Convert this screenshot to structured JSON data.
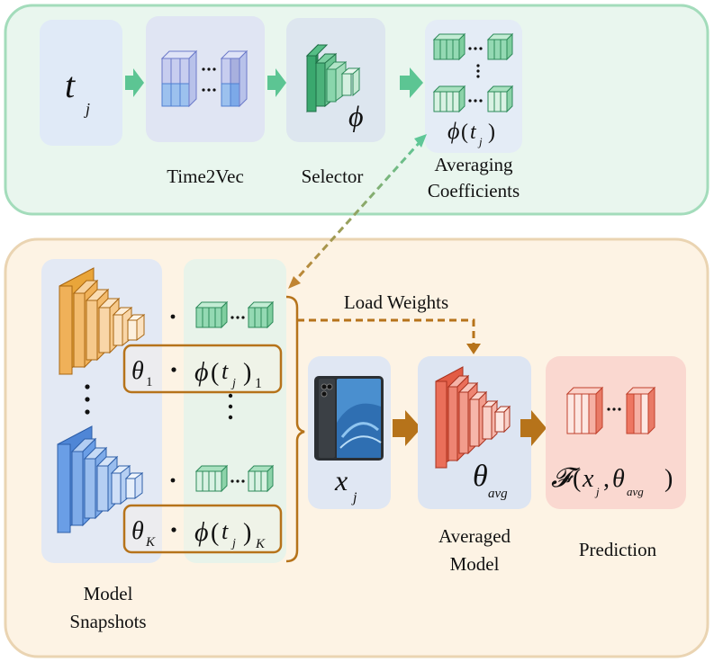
{
  "top_panel": {
    "input_symbol": "t",
    "input_subscript": "j",
    "time2vec_label": "Time2Vec",
    "selector_label": "Selector",
    "selector_symbol": "ϕ",
    "coeff_label_line1": "Averaging",
    "coeff_label_line2": "Coefficients",
    "coeff_phi": "ϕ",
    "coeff_arg": "t",
    "coeff_arg_sub": "j"
  },
  "bottom_panel": {
    "load_weights_label": "Load Weights",
    "theta_1": "θ",
    "theta_1_sub": "1",
    "phi_1": "ϕ",
    "phi_1_arg": "t",
    "phi_1_arg_sub": "j",
    "phi_1_sub": "1",
    "theta_k": "θ",
    "theta_k_sub": "K",
    "phi_k": "ϕ",
    "phi_k_arg": "t",
    "phi_k_arg_sub": "j",
    "phi_k_sub": "K",
    "snapshots_label_line1": "Model",
    "snapshots_label_line2": "Snapshots",
    "input_x": "x",
    "input_x_sub": "j",
    "theta_avg": "θ",
    "theta_avg_sub": "avg",
    "averaged_label_line1": "Averaged",
    "averaged_label_line2": "Model",
    "pred_F": "𝓕",
    "pred_x": "x",
    "pred_x_sub": "j",
    "pred_theta": "θ",
    "pred_theta_sub": "avg",
    "prediction_label": "Prediction"
  },
  "colors": {
    "top_panel_bg": "#e9f6ee",
    "top_panel_border": "#9fd9b7",
    "bottom_panel_bg": "#fdf3e4",
    "bottom_panel_border": "#e9d1ac",
    "arrow_green": "#4fbf8a",
    "arrow_brown": "#b6731a",
    "snapshot_orange": "#f0b159",
    "snapshot_blue": "#6a9ee6",
    "avg_red": "#ea6f5a",
    "pred_bg": "#fad8d0"
  }
}
